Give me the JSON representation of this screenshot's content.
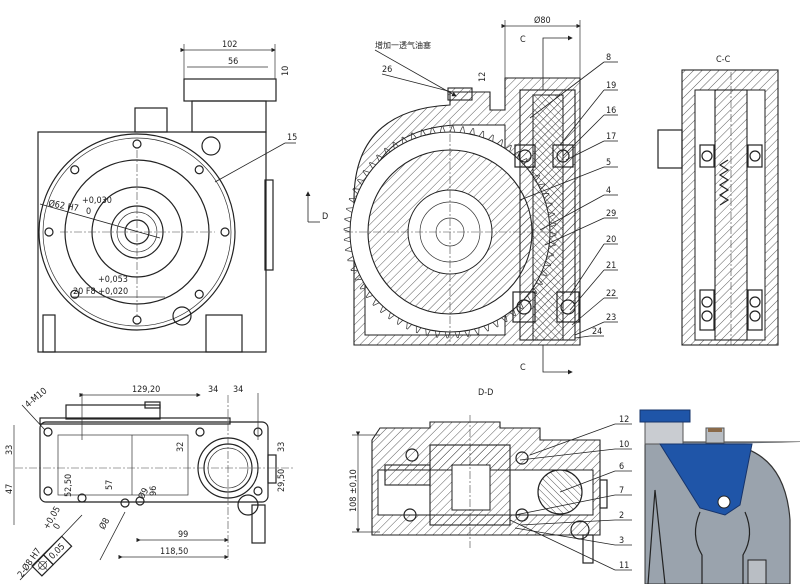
{
  "front_view": {
    "dims": {
      "width_total": "102",
      "hole_spacing": "56",
      "flange_thk": "10"
    },
    "part_15": "15",
    "bore_dia": "Ø62 H7",
    "bore_tol_upper": "+0,030",
    "bore_tol_lower": "0",
    "fit_tol_upper": "+0,053",
    "fit_spec": "20 F8 +0,020",
    "view_marker": "D"
  },
  "section_main": {
    "note": "增加一透气油塞",
    "diameter": "Ø80",
    "section_mark_top": "C",
    "section_mark_bottom": "C",
    "offset_dim": "12",
    "parts": [
      "26",
      "8",
      "19",
      "16",
      "17",
      "5",
      "4",
      "29",
      "20",
      "21",
      "22",
      "23",
      "24"
    ]
  },
  "section_cc": {
    "title": "C-C"
  },
  "bottom_view": {
    "dims": {
      "overall": "129,20",
      "right_a": "34",
      "right_b": "34",
      "thread": "4-M10",
      "left_top": "33",
      "left_bottom": "47",
      "inner_height": "52,50",
      "mid_height": "57",
      "top_gap": "32",
      "hole_small": "Ø9",
      "hole_angle": "96",
      "span_99": "99",
      "span_118": "118,50",
      "right_top": "33",
      "right_bottom": "29,50",
      "pin_dia": "Ø8",
      "pin_tol_upper": "+0,05",
      "pin_tol_lower": "0",
      "pin_spec": "2-Ø8 H7",
      "position_tol": "0,05"
    }
  },
  "section_dd": {
    "title": "D-D",
    "height_dim": "108 ±0,10",
    "parts": [
      "12",
      "10",
      "6",
      "7",
      "2",
      "3",
      "11"
    ]
  },
  "render_3d": {
    "colors": {
      "blue": "#1f55a8",
      "gray": "#9aa3ad",
      "bronze": "#8a6a4a"
    }
  }
}
